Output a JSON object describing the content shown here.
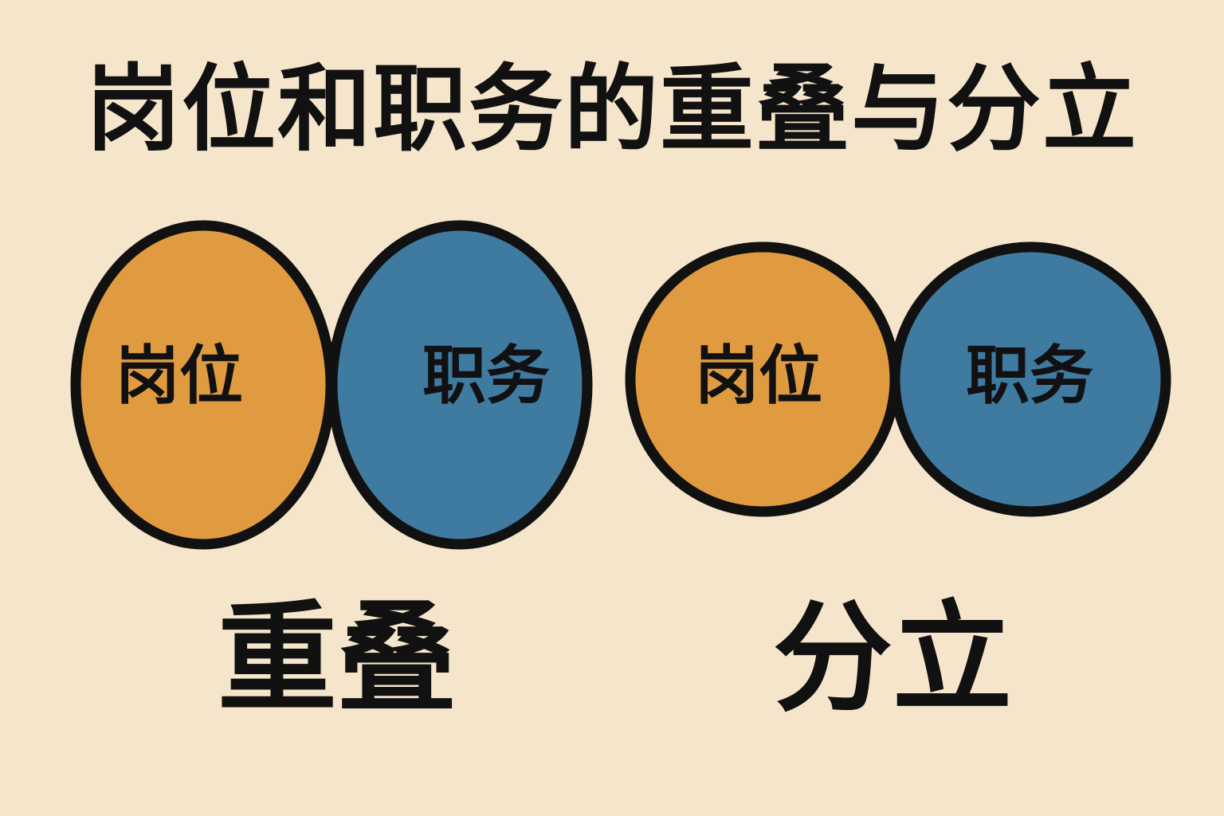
{
  "title": "岗位和职务的重叠与分立",
  "colors": {
    "background": "#f5e5cb",
    "orange": "#e09b40",
    "blue": "#3f7aa1",
    "overlap": "#c27f3b",
    "outline": "#111111"
  },
  "diagrams": [
    {
      "name": "overlap",
      "caption": "重叠",
      "left_label": "岗位",
      "right_label": "职务"
    },
    {
      "name": "separate",
      "caption": "分立",
      "left_label": "岗位",
      "right_label": "职务"
    }
  ]
}
